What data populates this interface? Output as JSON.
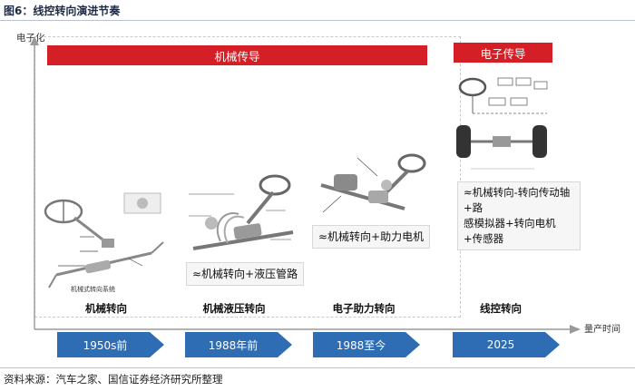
{
  "figure": {
    "title": "图6：线控转向演进节奏",
    "source": "资料来源：汽车之家、国信证券经济研究所整理"
  },
  "axes": {
    "y_label": "电子化",
    "x_label": "量产时间"
  },
  "categories": {
    "mechanical": "机械传导",
    "electronic": "电子传导"
  },
  "stages": [
    {
      "label": "机械转向",
      "period": "1950s前",
      "image_caption": "机械式转向系统"
    },
    {
      "label": "机械液压转向",
      "period": "1988年前",
      "feature": "≈机械转向+液压管路"
    },
    {
      "label": "电子助力转向",
      "period": "1988至今",
      "feature": "≈机械转向+助力电机"
    },
    {
      "label": "线控转向",
      "period": "2025",
      "feature_line1": "≈机械转向-转向传动轴+路",
      "feature_line2": "感模拟器+转向电机+传感器"
    }
  ],
  "colors": {
    "banner_red": "#d41f26",
    "period_blue": "#2e6db3"
  }
}
